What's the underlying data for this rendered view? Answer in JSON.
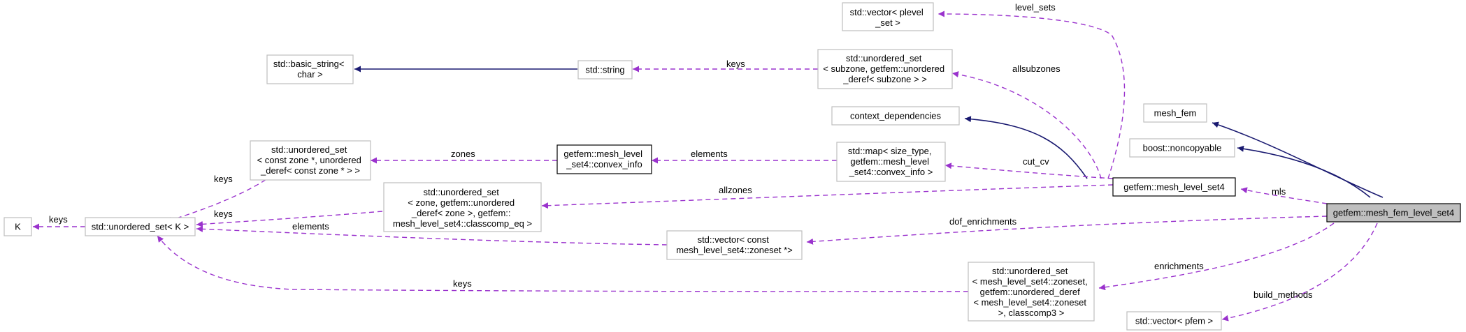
{
  "colors": {
    "inheritance": "#191970",
    "usage": "#9a32cd",
    "node_border": "#bfbfbf",
    "focus_border": "#000000",
    "focus_fill": "#bfbfbf"
  },
  "nodes": {
    "mesh_fem_level_set4": {
      "lines": [
        "getfem::mesh_fem_level_set4"
      ]
    },
    "mesh_fem": {
      "lines": [
        "mesh_fem"
      ]
    },
    "boost_noncopyable": {
      "lines": [
        "boost::noncopyable"
      ]
    },
    "mesh_level_set4": {
      "lines": [
        "getfem::mesh_level_set4"
      ]
    },
    "context_dependencies": {
      "lines": [
        "context_dependencies"
      ]
    },
    "vector_plevel_set": {
      "lines": [
        "std::vector< plevel",
        "_set >"
      ]
    },
    "unordered_set_subzone": {
      "lines": [
        "std::unordered_set",
        "< subzone, getfem::unordered",
        "_deref< subzone > >"
      ]
    },
    "std_string": {
      "lines": [
        "std::string"
      ]
    },
    "basic_string": {
      "lines": [
        "std::basic_string<",
        "char >"
      ]
    },
    "map_size_type": {
      "lines": [
        "std::map< size_type,",
        "getfem::mesh_level",
        "_set4::convex_info >"
      ]
    },
    "convex_info": {
      "lines": [
        "getfem::mesh_level",
        "_set4::convex_info"
      ]
    },
    "unordered_set_const_zone": {
      "lines": [
        "std::unordered_set",
        "< const zone *, unordered",
        "_deref< const zone * > >"
      ]
    },
    "unordered_set_zone": {
      "lines": [
        "std::unordered_set",
        "< zone, getfem::unordered",
        "_deref< zone >, getfem::",
        "mesh_level_set4::classcomp_eq >"
      ]
    },
    "unordered_set_K": {
      "lines": [
        "std::unordered_set< K >"
      ]
    },
    "K": {
      "lines": [
        "K"
      ]
    },
    "vector_const_zoneset": {
      "lines": [
        "std::vector< const",
        "mesh_level_set4::zoneset *>"
      ]
    },
    "unordered_set_zoneset": {
      "lines": [
        "std::unordered_set",
        "< mesh_level_set4::zoneset,",
        "getfem::unordered_deref",
        "< mesh_level_set4::zoneset",
        ">, classcomp3 >"
      ]
    },
    "vector_pfem": {
      "lines": [
        "std::vector< pfem >"
      ]
    }
  },
  "edge_labels": {
    "mls": "mls",
    "dof_enrichments": "dof_enrichments",
    "enrichments": "enrichments",
    "build_methods": "build_methods",
    "level_sets": "level_sets",
    "allsubzones": "allsubzones",
    "cut_cv": "cut_cv",
    "allzones": "allzones",
    "keys_subzone": "keys",
    "elements_convex": "elements",
    "zones": "zones",
    "keys_const_zone": "keys",
    "keys_zone": "keys",
    "elements_K": "elements",
    "keys_zoneset": "keys",
    "keys_K": "keys"
  }
}
